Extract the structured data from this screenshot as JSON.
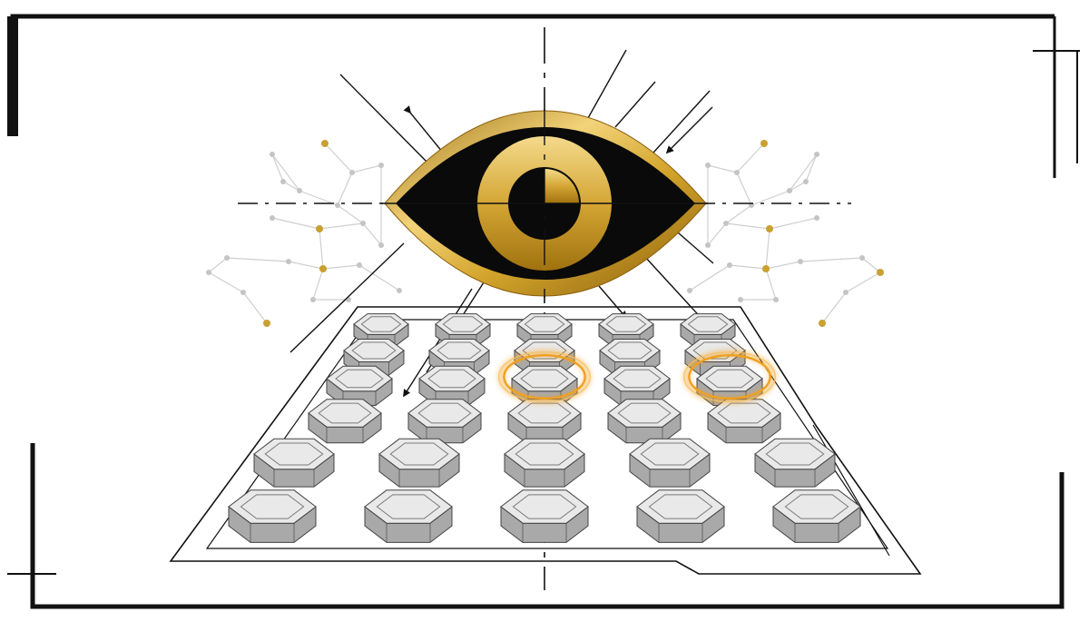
{
  "colors": {
    "background": "#ffffff",
    "ink": "#111111",
    "gold_light": "#f2d37a",
    "gold_mid": "#d3a52c",
    "gold_dark": "#9c6f12",
    "circuit": "#cfcfcf",
    "circuit_node_gold": "#c9a032",
    "tile_top": "#e9e9e9",
    "tile_side": "#a9a9a9",
    "glow": "#f0a020"
  },
  "icons": {
    "eye": "all-seeing-eye-icon",
    "tile": "hexagon-tile-icon",
    "highlight": "highlight-ring-icon",
    "circuit": "circuit-network-icon"
  },
  "grid": {
    "rows": 6,
    "columns": 5,
    "highlighted_tiles": [
      [
        2,
        2
      ],
      [
        2,
        4
      ]
    ]
  }
}
